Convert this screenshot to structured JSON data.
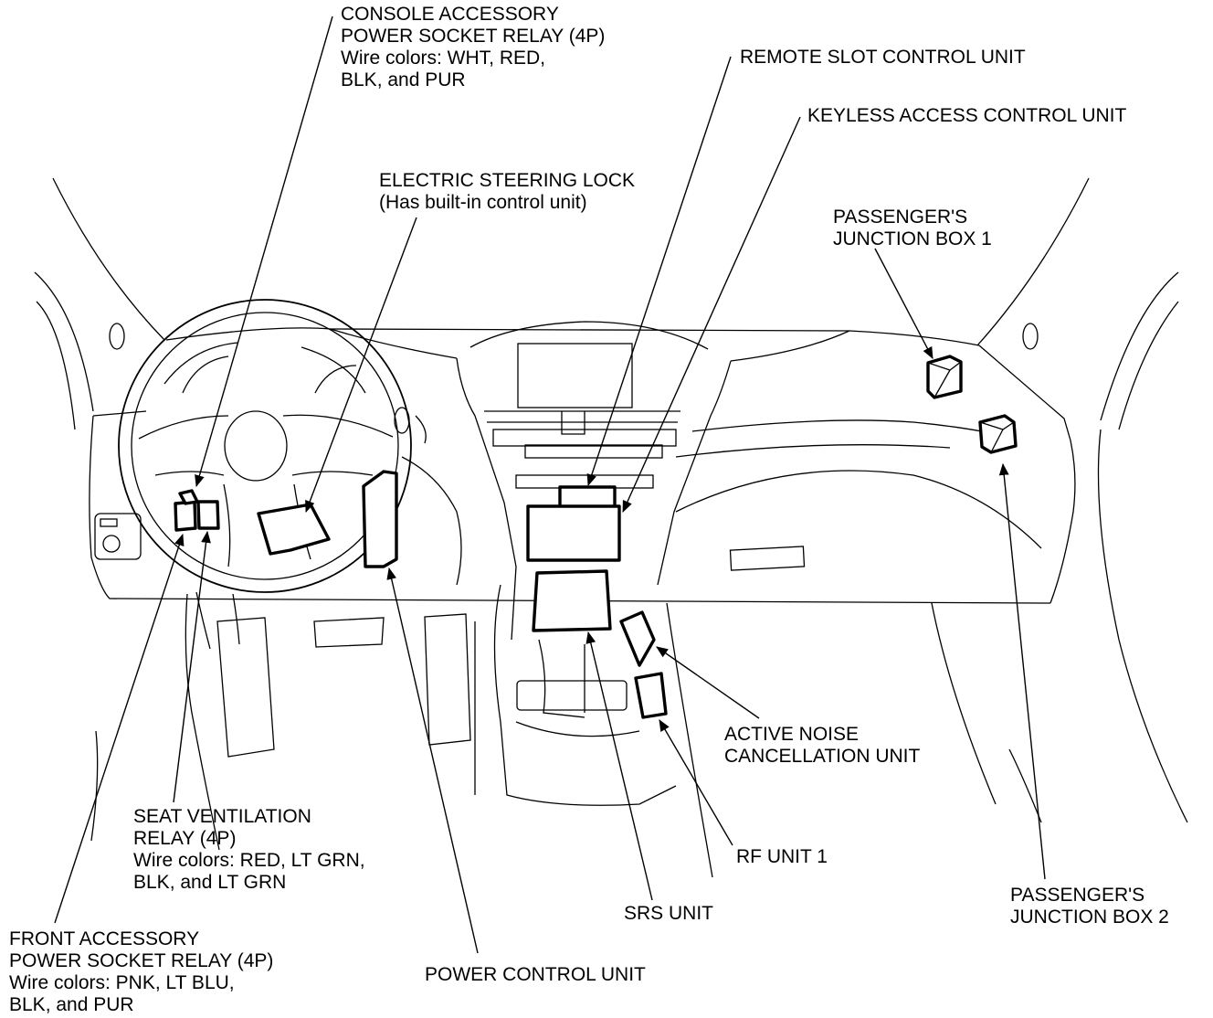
{
  "labels": {
    "console_relay": [
      "CONSOLE ACCESSORY",
      "POWER SOCKET RELAY (4P)",
      "Wire colors: WHT, RED,",
      "BLK, and PUR"
    ],
    "remote_slot": [
      "REMOTE SLOT CONTROL UNIT"
    ],
    "keyless_access": [
      "KEYLESS ACCESS CONTROL UNIT"
    ],
    "steering_lock": [
      "ELECTRIC STEERING LOCK",
      "(Has built-in control unit)"
    ],
    "junction_box_1": [
      "PASSENGER'S",
      "JUNCTION BOX 1"
    ],
    "active_noise": [
      "ACTIVE NOISE",
      "CANCELLATION UNIT"
    ],
    "seat_ventilation": [
      "SEAT VENTILATION",
      "RELAY (4P)",
      "Wire colors: RED, LT GRN,",
      "BLK, and LT GRN"
    ],
    "rf_unit": [
      "RF UNIT 1"
    ],
    "srs_unit": [
      "SRS UNIT"
    ],
    "junction_box_2": [
      "PASSENGER'S",
      "JUNCTION BOX 2"
    ],
    "front_relay": [
      "FRONT ACCESSORY",
      "POWER SOCKET RELAY (4P)",
      "Wire colors: PNK, LT BLU,",
      "BLK, and PUR"
    ],
    "power_control": [
      "POWER CONTROL UNIT"
    ]
  }
}
